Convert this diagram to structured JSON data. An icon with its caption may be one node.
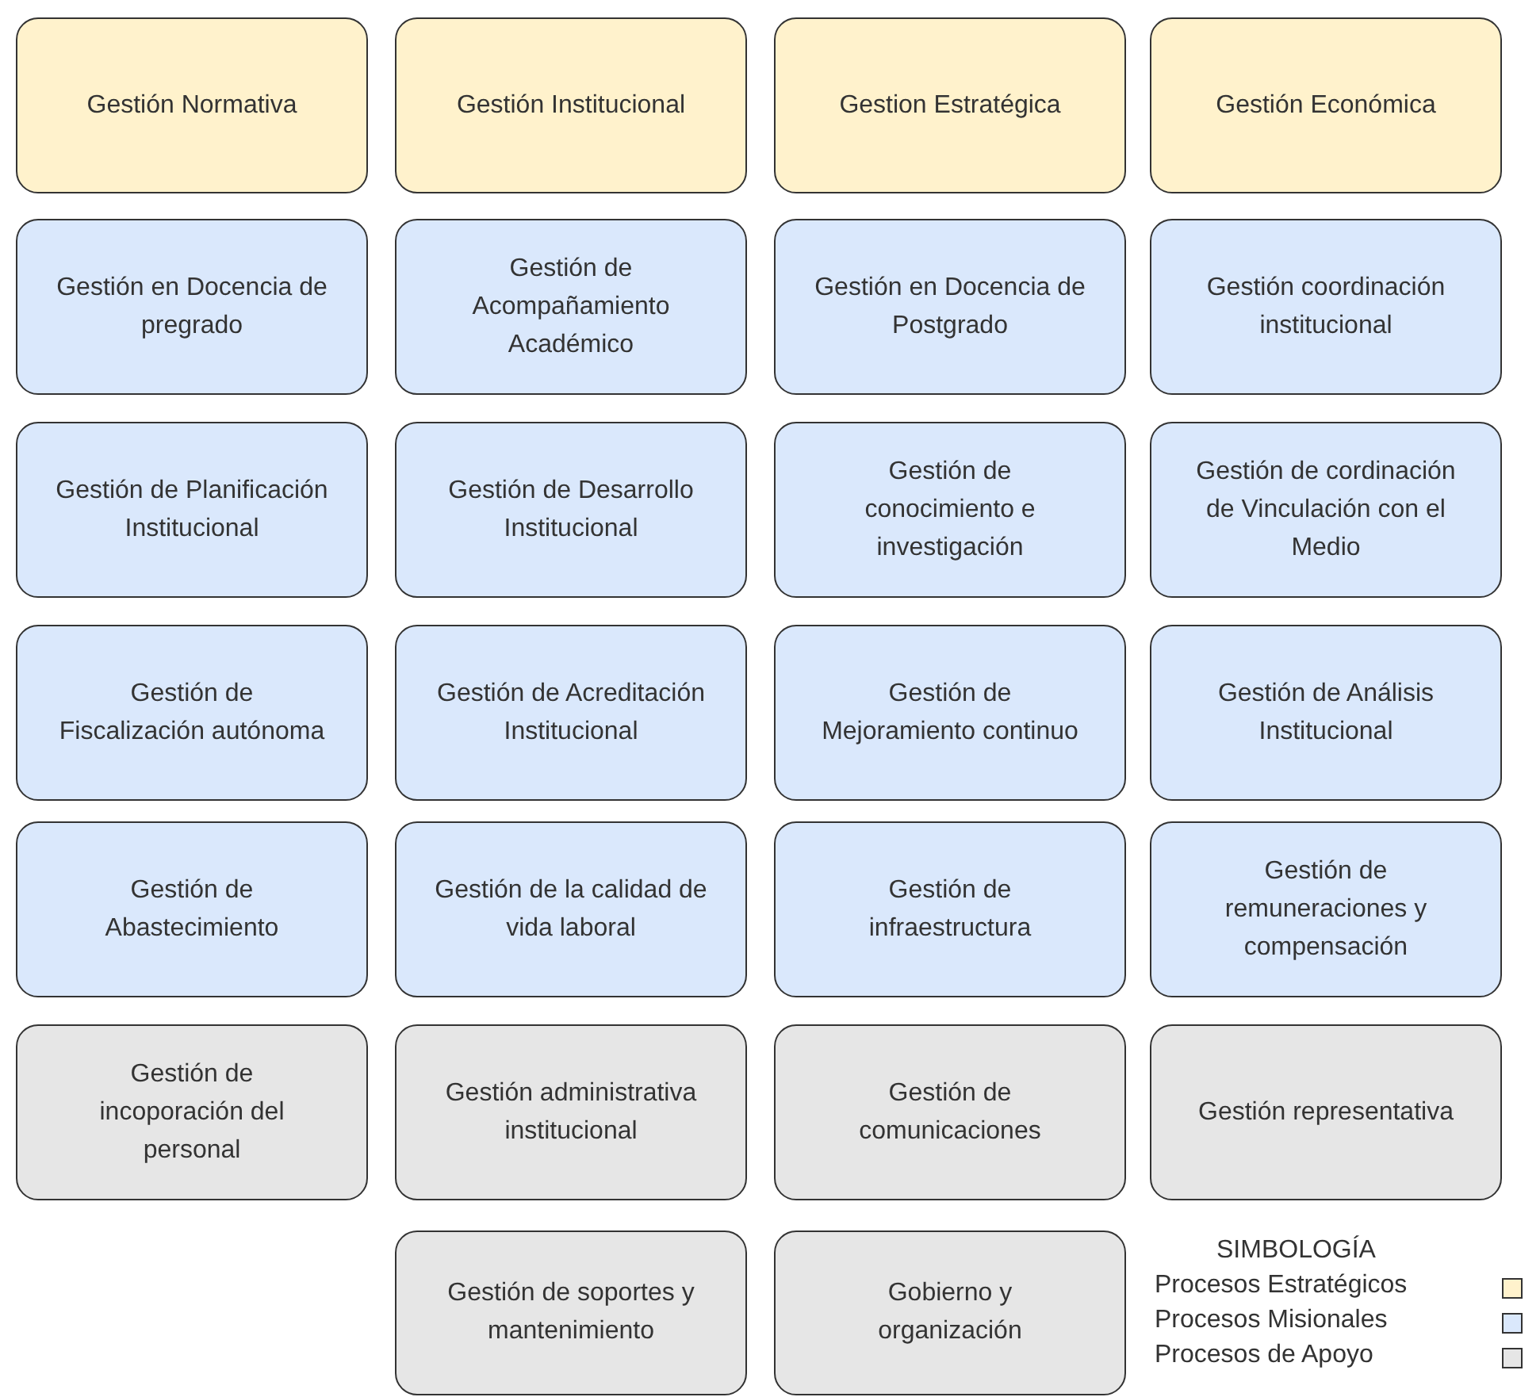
{
  "diagram": {
    "nodes": [
      {
        "text": [
          "Gestión Normativa"
        ]
      },
      {
        "text": [
          "Gestión Institucional"
        ]
      },
      {
        "text": [
          "Gestion Estratégica"
        ]
      },
      {
        "text": [
          "Gestión Económica"
        ]
      },
      {
        "text": [
          "Gestión en Docencia de pregrado"
        ]
      },
      {
        "text": [
          "Gestión de Acompañamiento Académico"
        ]
      },
      {
        "text": [
          "Gestión en Docencia de Postgrado"
        ]
      },
      {
        "text": [
          "Gestión coordinación institucional"
        ]
      },
      {
        "text": [
          "Gestión de Planificación Institucional"
        ]
      },
      {
        "text": [
          "Gestión de Desarrollo Institucional"
        ]
      },
      {
        "text": [
          "Gestión de conocimiento e investigación"
        ]
      },
      {
        "text": [
          "Gestión de cordinación de Vinculación con el Medio"
        ]
      },
      {
        "text": [
          "Gestión de Fiscalización autónoma"
        ]
      },
      {
        "text": [
          "Gestión de Acreditación Institucional"
        ]
      },
      {
        "text": [
          "Gestión de Mejoramiento continuo"
        ]
      },
      {
        "text": [
          "Gestión de Análisis Institucional"
        ]
      },
      {
        "text": [
          "Gestión de Abastecimiento"
        ]
      },
      {
        "text": [
          "Gestión de la calidad de vida laboral"
        ]
      },
      {
        "text": [
          "Gestión de infraestructura"
        ]
      },
      {
        "text": [
          "Gestión de remuneraciones y compensación"
        ]
      },
      {
        "text": [
          "Gestión de incoporación del personal"
        ]
      },
      {
        "text": [
          "Gestión administrativa institucional"
        ]
      },
      {
        "text": [
          "Gestión de comunicaciones"
        ]
      },
      {
        "text": [
          "Gestión representativa"
        ]
      },
      {
        "text": [
          "Gestión de soportes y mantenimiento"
        ]
      },
      {
        "text": [
          "Gobierno y organización"
        ]
      }
    ],
    "labels": [
      "SIMBOLOGÍA"
    ],
    "legend": [
      {
        "text": "Procesos Estratégicos",
        "color": "#fff2cc"
      },
      {
        "text": "Procesos Misionales",
        "color": "#dae8fc"
      },
      {
        "text": "Procesos de Apoyo",
        "color": "#e6e6e6"
      }
    ]
  }
}
